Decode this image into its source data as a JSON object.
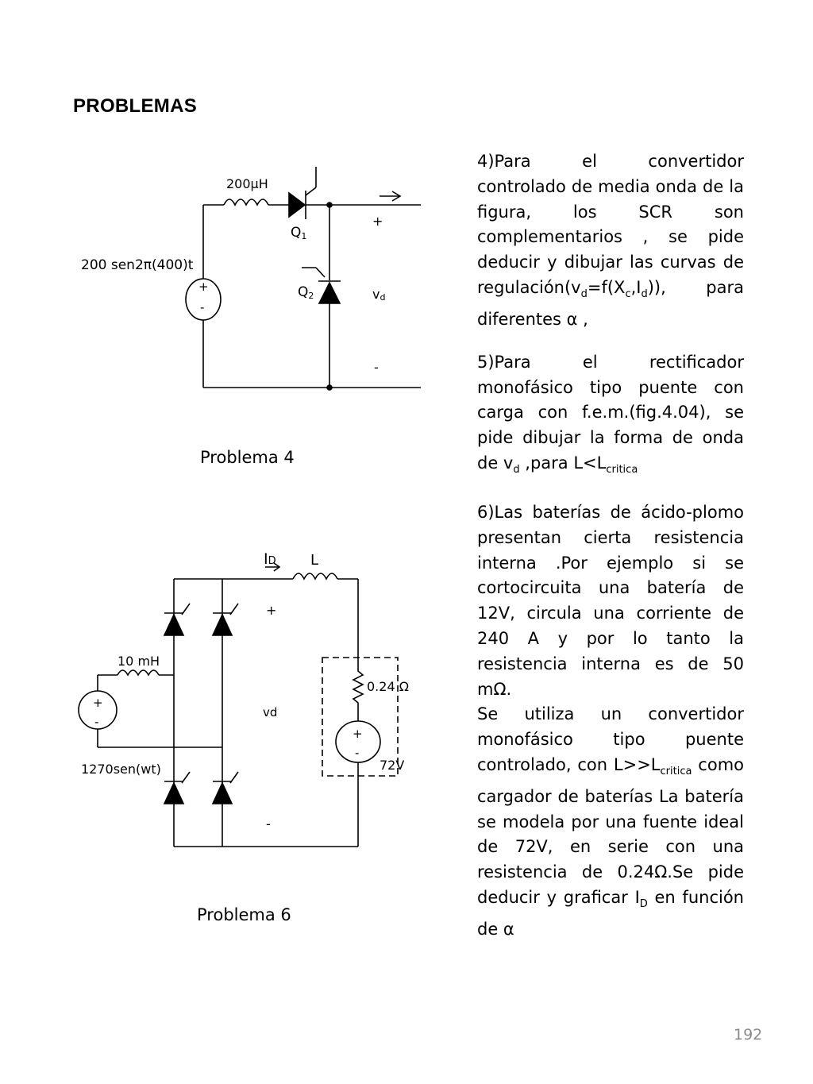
{
  "page": {
    "title": "PROBLEMAS",
    "page_number": "192"
  },
  "figure4": {
    "caption": "Problema 4",
    "inductor": "200µH",
    "source": "200 sen2π(400)t",
    "scr1": "Q",
    "scr1_sub": "1",
    "scr2": "Q",
    "scr2_sub": "2",
    "plus": "+",
    "minus": "-",
    "vd": "v",
    "vd_sub": "d",
    "src_plus": "+",
    "src_minus": "-"
  },
  "figure6": {
    "caption": "Problema 6",
    "id_label": "I",
    "id_sub": "D",
    "l_label": "L",
    "inductor": "10 mH",
    "source": "1270sen(wt)",
    "resistor": "0.24 Ω",
    "battery": "72V",
    "plus": "+",
    "minus": "-",
    "vd": "vd",
    "src_plus": "+",
    "src_minus": "-",
    "bat_plus": "+",
    "bat_minus": "-"
  },
  "problems": {
    "p4": {
      "text_a": "4)Para el convertidor controlado de media onda de la figura, los SCR son complementarios , se pide deducir y dibujar las curvas de regulación(v",
      "sub_d": "d",
      "text_b": "=f(X",
      "sub_c": "c",
      "text_c": ",I",
      "sub_d2": "d",
      "text_d": ")), para diferentes α ,"
    },
    "p5": {
      "text_a": "5)Para el rectificador monofásico tipo puente con carga con f.e.m.(fig.4.04), se pide dibujar la forma de onda de v",
      "sub_d": "d",
      "text_b": " ,para L<L",
      "sub_critica": "critica"
    },
    "p6": {
      "para1": "6)Las baterías de ácido-plomo presentan cierta resistencia interna .Por ejemplo si se cortocircuita una batería de 12V, circula una corriente de 240 A y por lo tanto la resistencia interna es de 50 mΩ.",
      "para2_a": "Se utiliza un convertidor monofásico tipo puente controlado, con L>>L",
      "sub_critica": "critica",
      "para2_b": " como cargador de baterías La batería se modela por una fuente ideal de 72V, en serie con una resistencia de 0.24Ω.Se pide deducir y graficar I",
      "sub_d": "D",
      "para2_c": " en función de α"
    }
  }
}
